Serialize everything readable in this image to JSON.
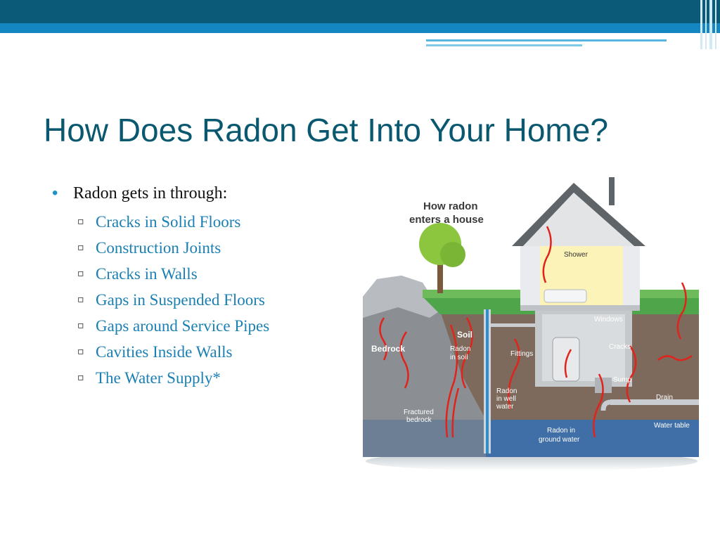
{
  "slide": {
    "title": "How Does Radon Get Into Your Home?",
    "bullet": "Radon gets in through:",
    "sub_items": [
      "Cracks in Solid Floors",
      "Construction Joints",
      "Cracks in Walls",
      "Gaps in Suspended Floors",
      "Gaps around Service Pipes",
      "Cavities Inside Walls",
      "The Water Supply*"
    ]
  },
  "diagram": {
    "title_line1": "How radon",
    "title_line2": "enters a house",
    "labels": {
      "shower": "Shower",
      "windows": "Windows",
      "soil": "Soil",
      "bedrock": "Bedrock",
      "radon_in_soil_1": "Radon",
      "radon_in_soil_2": "in soil",
      "fittings": "Fittings",
      "cracks": "Cracks",
      "sump": "Sump",
      "radon_well_1": "Radon",
      "radon_well_2": "in well",
      "radon_well_3": "water",
      "drain": "Drain",
      "fractured_1": "Fractured",
      "fractured_2": "bedrock",
      "radon_ground_1": "Radon in",
      "radon_ground_2": "ground water",
      "water_table": "Water table"
    }
  },
  "colors": {
    "title": "#0a5870",
    "sub_item_text": "#1a7fb3",
    "bullet": "#1a93c9",
    "header_dark": "#0b5a78",
    "header_blue": "#1487c2"
  }
}
